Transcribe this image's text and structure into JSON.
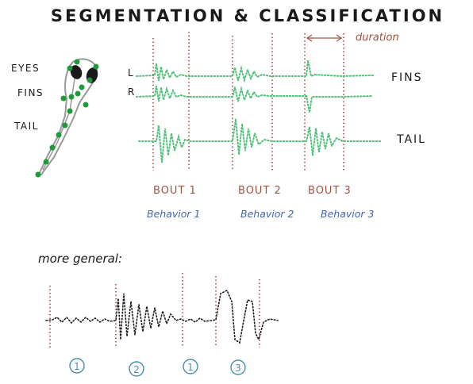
{
  "title": "SEGMENTATION & CLASSIFICATION",
  "fish_labels": {
    "eyes": "EYES",
    "fins": "FINS",
    "tail": "TAIL"
  },
  "trace_labels": {
    "left": "L",
    "right": "R",
    "fins": "FINS",
    "tail": "TAIL"
  },
  "duration_label": "duration",
  "bouts": [
    "BOUT 1",
    "BOUT 2",
    "BOUT 3"
  ],
  "behaviors": [
    "Behavior 1",
    "Behavior 2",
    "Behavior 3"
  ],
  "general_label": "more general:",
  "segment_classes": [
    "1",
    "2",
    "1",
    "3"
  ],
  "colors": {
    "ink": "#1a1a1a",
    "trace": "#52c27a",
    "divider": "#a0523f",
    "behavior": "#4466b0",
    "fish_green": "#1f9a3a",
    "fish_outline": "#999999",
    "circle": "#4a8fb0"
  }
}
